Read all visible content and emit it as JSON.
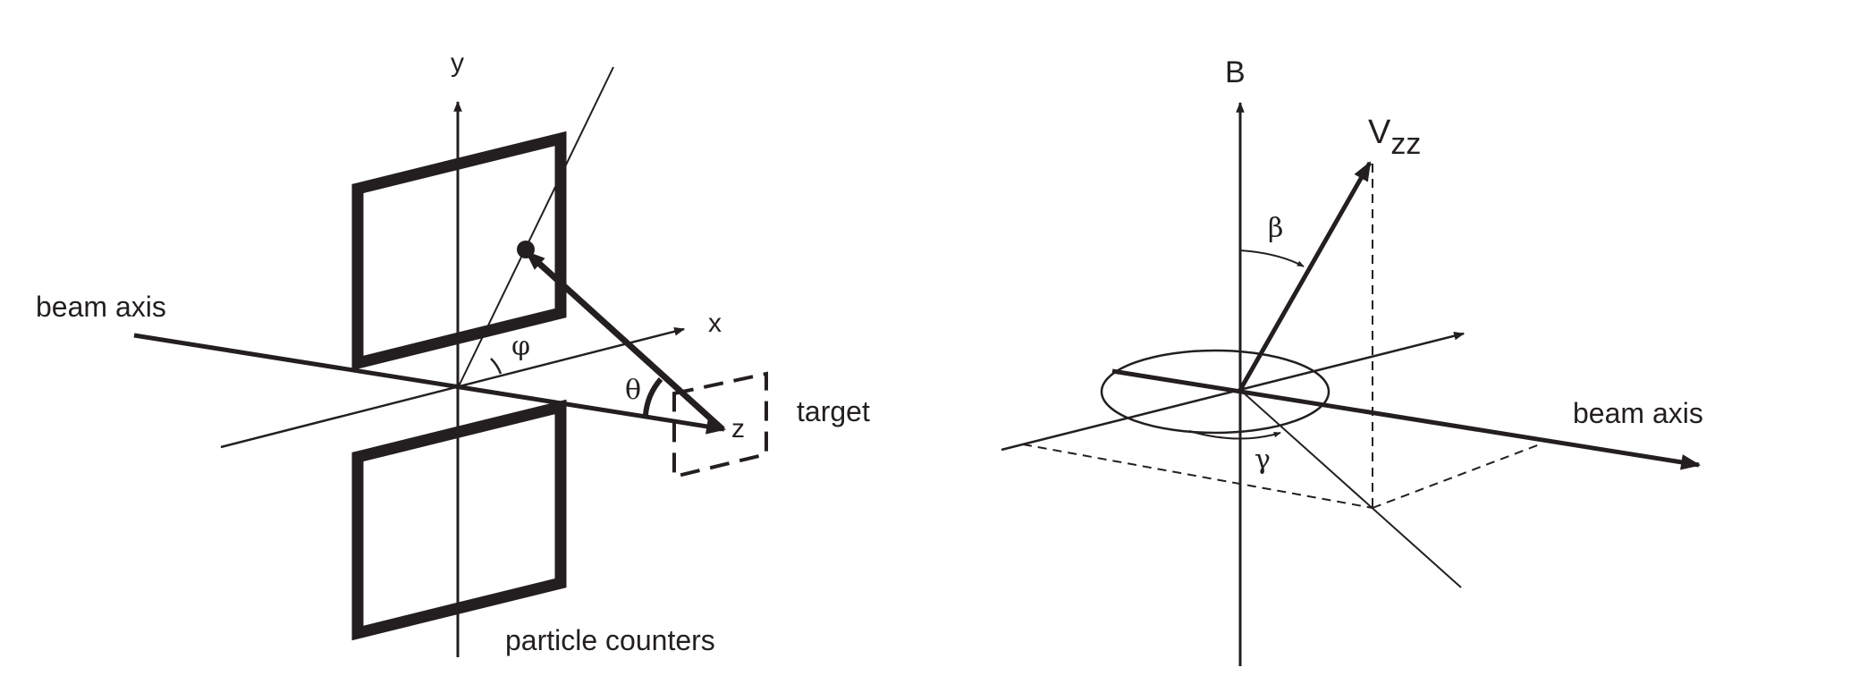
{
  "left_diagram": {
    "axis_y": "y",
    "axis_x": "x",
    "axis_z": "z",
    "beam_axis": "beam axis",
    "target": "target",
    "particle_counters": "particle counters",
    "angle_phi": "φ",
    "angle_theta": "θ"
  },
  "right_diagram": {
    "field": "B",
    "efg_main": "V",
    "efg_sub": "zz",
    "angle_beta": "β",
    "angle_gamma": "γ",
    "beam_axis": "beam axis"
  },
  "colors": {
    "ink": "#231f20",
    "background": "#ffffff"
  }
}
